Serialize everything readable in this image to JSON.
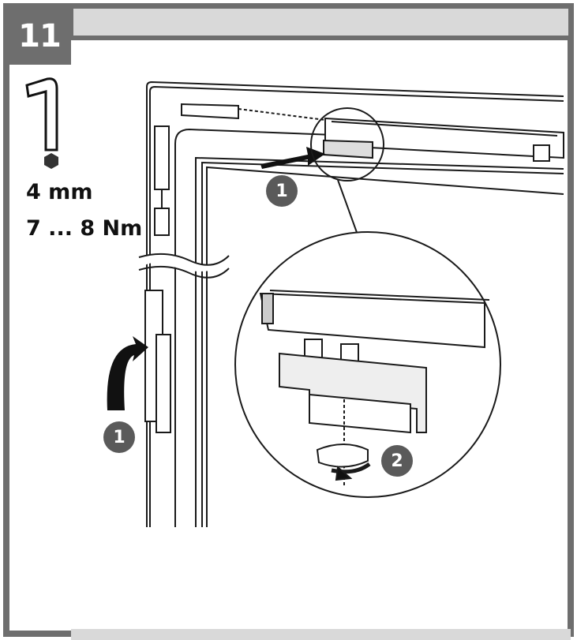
{
  "step": {
    "number": "11"
  },
  "tool": {
    "name": "hex-key-icon",
    "size": "4 mm",
    "torque": "7 ... 8 Nm"
  },
  "callouts": [
    {
      "label": "1"
    },
    {
      "label": "1"
    },
    {
      "label": "2"
    }
  ],
  "colors": {
    "frame": "#6e6e6e",
    "header": "#d9d9d9",
    "ink": "#1a1a1a",
    "badge": "#5a5a5a"
  }
}
